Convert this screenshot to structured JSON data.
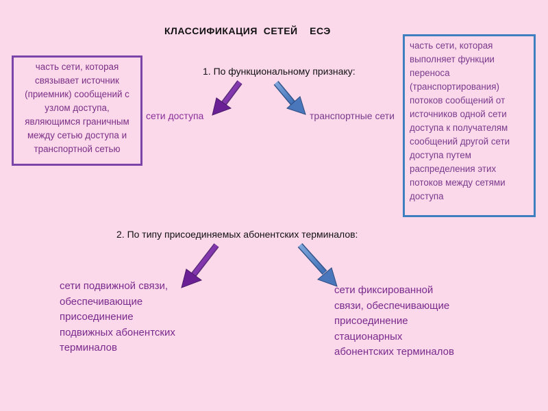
{
  "title": "КЛАССИФИКАЦИЯ  СЕТЕЙ    ЕСЭ",
  "criterion_1": "1.  По функциональному признаку:",
  "criterion_2": "2. По типу присоединяемых абонентских терминалов:",
  "access_networks": {
    "label": "сети доступа",
    "description": "часть сети, которая связывает источник (приемник) сообщений с узлом доступа, являющимся граничным между сетью доступа и транспортной сетью"
  },
  "transport_networks": {
    "label": "транспортные сети",
    "description": "часть сети, которая выполняет функции переноса (транспортирования) потоков сообщений от источников одной сети доступа к получателям сообщений другой сети доступа путем распределения этих потоков между сетями доступа"
  },
  "mobile_networks": "сети подвижной связи, обеспечивающие присоединение подвижных абонентских терминалов",
  "fixed_networks": "сети фиксированной связи, обеспечивающие присоединение стационарных абонентских терминалов",
  "colors": {
    "background": "#fbd8ea",
    "purple_arrow": "#7b2ea3",
    "blue_arrow": "#5a86c4",
    "box_left_border": "#7a44a8",
    "box_right_border": "#3e7fc2",
    "text_purple": "#7a2a8c"
  }
}
